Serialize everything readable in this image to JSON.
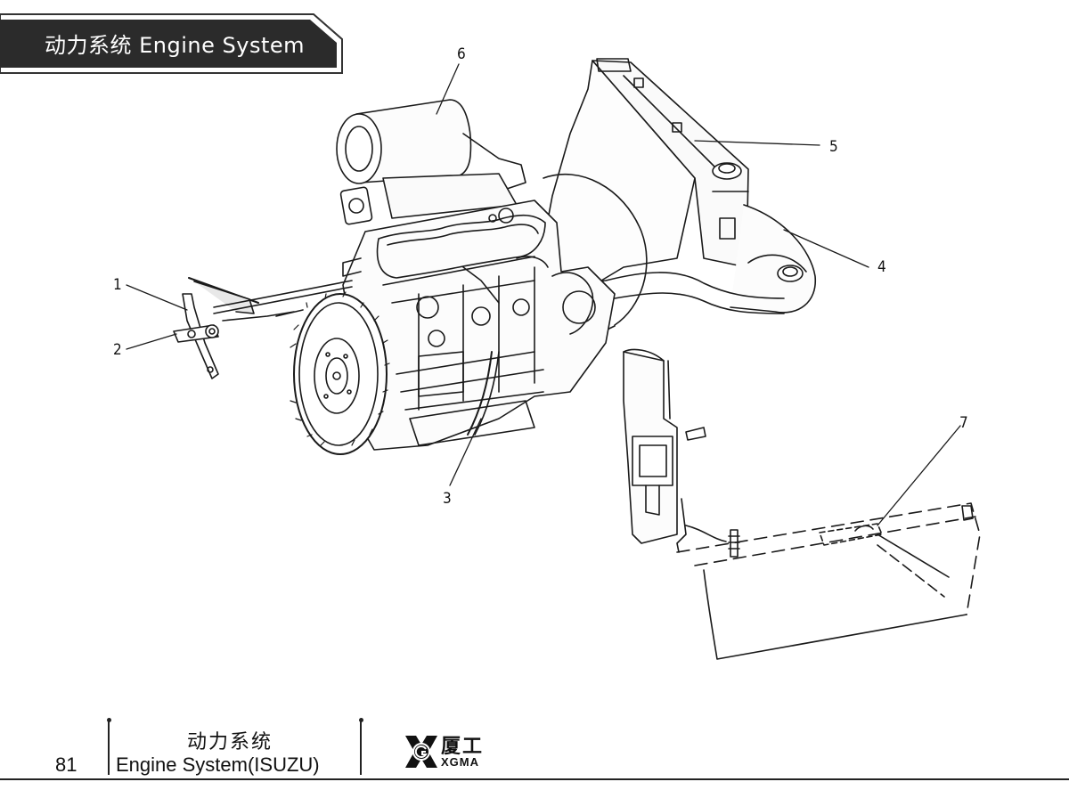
{
  "header": {
    "title": "动力系统  Engine System",
    "tab_color": "#2b2b2b"
  },
  "diagram": {
    "callouts": [
      {
        "id": "1",
        "label": "1"
      },
      {
        "id": "2",
        "label": "2"
      },
      {
        "id": "3",
        "label": "3"
      },
      {
        "id": "4",
        "label": "4"
      },
      {
        "id": "5",
        "label": "5"
      },
      {
        "id": "6",
        "label": "6"
      },
      {
        "id": "7",
        "label": "7"
      }
    ]
  },
  "footer": {
    "page_number": "81",
    "section_cn": "动力系统",
    "section_en": "Engine System(ISUZU)",
    "logo_cn": "厦工",
    "logo_en": "XGMA",
    "logo_icon": "xgma-logo-icon"
  }
}
